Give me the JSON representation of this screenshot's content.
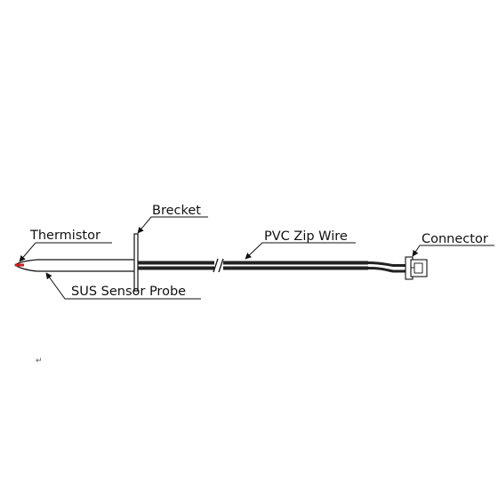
{
  "labels": {
    "thermistor": "Thermistor",
    "bracket": "Brecket",
    "wire": "PVC Zip Wire",
    "connector": "Connector",
    "probe": "SUS Sensor Probe"
  },
  "marks": {
    "return_arrow": "↵"
  },
  "colors": {
    "line": "#111111",
    "wire": "#222222",
    "thermistor": "#d21e1e",
    "background": "#ffffff"
  }
}
